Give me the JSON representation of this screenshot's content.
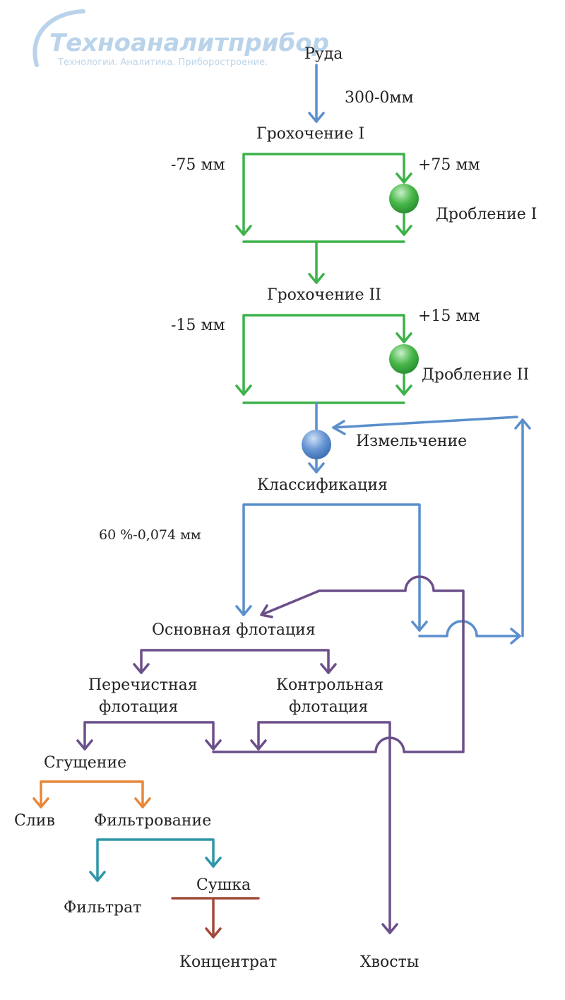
{
  "colors": {
    "crushing": "#3db24a",
    "grinding": "#5b8fcc",
    "flotation": "#6b4f8a",
    "thickening": "#e8883a",
    "filtering": "#2f95a8",
    "drying": "#a14a3a",
    "logo": "#b9d3ea"
  },
  "logo": {
    "name": "Техноаналитприбор",
    "tagline": "Технологии. Аналитика. Приборостроение."
  },
  "nodes": {
    "ore": "Руда",
    "ore_size": "300-0мм",
    "screening_1": "Грохочение I",
    "screening_1_undersize": "-75 мм",
    "screening_1_oversize": "+75 мм",
    "crushing_1": "Дробление I",
    "screening_2": "Грохочение II",
    "screening_2_undersize": "-15 мм",
    "screening_2_oversize": "+15 мм",
    "crushing_2": "Дробление II",
    "grinding": "Измельчение",
    "classification": "Классификация",
    "fineness": "60 %-0,074 мм",
    "rougher_flotation": "Основная флотация",
    "cleaner_flotation_line1": "Перечистная",
    "cleaner_flotation_line2": "флотация",
    "scavenger_flotation_line1": "Контрольная",
    "scavenger_flotation_line2": "флотация",
    "thickening": "Сгущение",
    "overflow": "Слив",
    "filtering": "Фильтрование",
    "filtrate": "Фильтрат",
    "drying": "Сушка",
    "concentrate": "Концентрат",
    "tailings": "Хвосты"
  }
}
